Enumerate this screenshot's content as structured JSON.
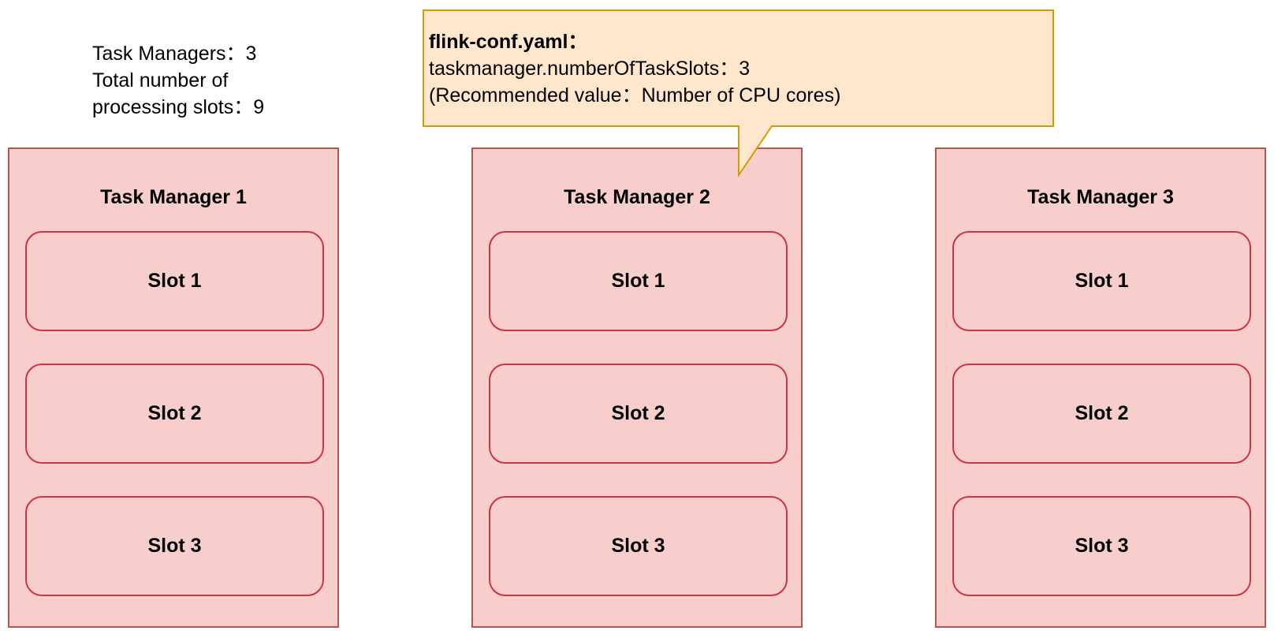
{
  "summary": {
    "line1": "Task Managers：3",
    "line2": "Total number of",
    "line3": "processing slots：9"
  },
  "config_callout": {
    "title": "flink-conf.yaml：",
    "line1": "taskmanager.numberOfTaskSlots：3",
    "line2": "(Recommended value：Number of CPU cores)"
  },
  "colors": {
    "task_manager_fill": "#f8cecc",
    "task_manager_border": "#b85450",
    "slot_border": "#cc3344",
    "callout_fill": "#ffe6cc",
    "callout_border": "#d79b00"
  },
  "task_managers": [
    {
      "title": "Task Manager 1",
      "slots": [
        "Slot 1",
        "Slot 2",
        "Slot 3"
      ]
    },
    {
      "title": "Task Manager 2",
      "slots": [
        "Slot 1",
        "Slot 2",
        "Slot 3"
      ]
    },
    {
      "title": "Task Manager 3",
      "slots": [
        "Slot 1",
        "Slot 2",
        "Slot 3"
      ]
    }
  ]
}
